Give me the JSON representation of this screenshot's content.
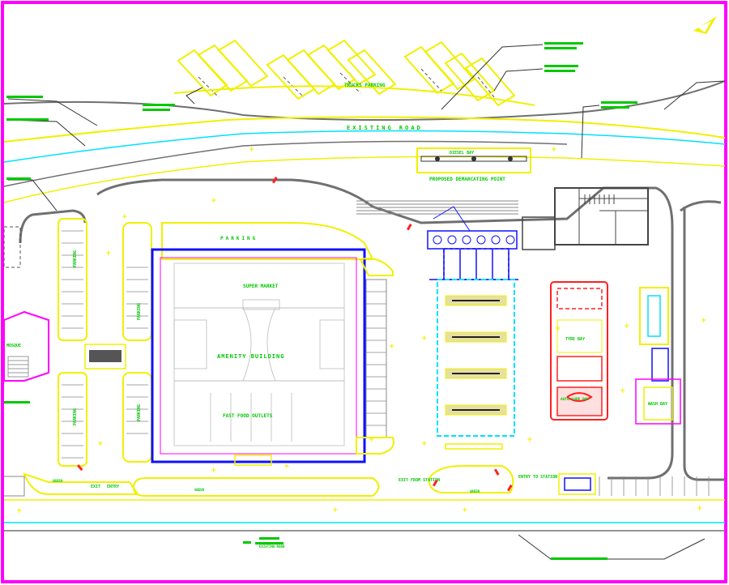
{
  "colors": {
    "frame": "#ff00ff",
    "curb": "#f0f000",
    "road": "#707070",
    "label": "#00c800",
    "building": "#1010ff",
    "canopy": "#00e0ff",
    "service": "#ff2020",
    "outline": "#888888"
  },
  "labels": {
    "trucks_parking": "TRUCKS PARKING",
    "existing_road": "EXISTING ROAD",
    "diesel_bay": "DIESEL BAY",
    "proposed_demarcating_point": "PROPOSED DEMARCATING POINT",
    "parking_top": "PARKING",
    "parking_left": "PARKING",
    "parking_left2": "PARKING",
    "parking_bl": "PARKING",
    "parking_bl2": "PARKING",
    "super_market": "SUPER MARKET",
    "amenity_building": "AMENITY BUILDING",
    "fast_food_outlets": "FAST FOOD OUTLETS",
    "mosque": "MOSQUE",
    "tyre_bay": "TYRE BAY",
    "auto_lube_bay": "AUTO LUBE BAY",
    "wash_bay": "WASH BAY",
    "exit": "EXIT",
    "entry": "ENTRY",
    "exit_from_station": "EXIT FROM STATION",
    "entry_to_station": "ENTRY TO STATION",
    "existing_road_bottom": "EXISTING ROAD",
    "green_1": "GREEN",
    "green_2": "GREEN",
    "green_3": "GREEN"
  }
}
